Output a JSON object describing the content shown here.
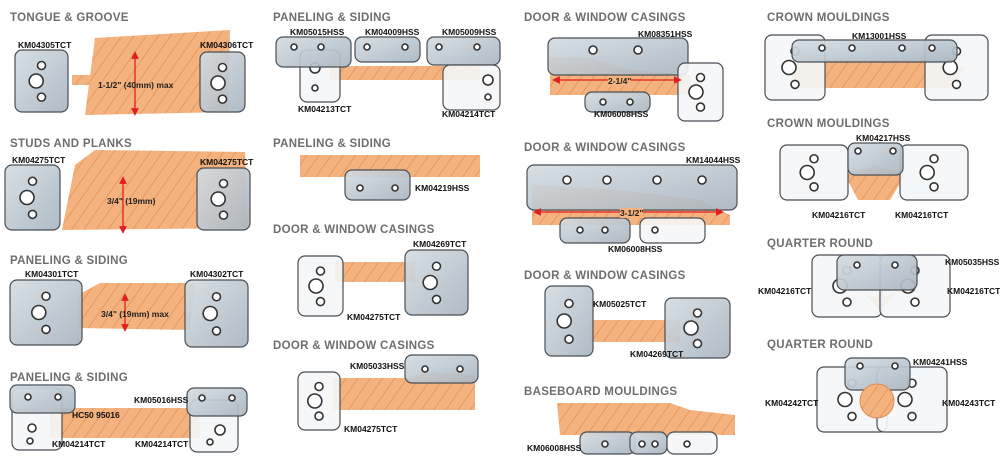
{
  "sections": [
    {
      "title": "TONGUE & GROOVE",
      "labels": [
        "KM04305TCT",
        "KM04306TCT"
      ],
      "dimension": "1-1/2\" (40mm) max"
    },
    {
      "title": "STUDS AND PLANKS",
      "labels": [
        "KM04275TCT",
        "KM04275TCT"
      ],
      "dimension": "3/4\" (19mm)"
    },
    {
      "title": "PANELING & SIDING",
      "labels": [
        "KM04301TCT",
        "KM04302TCT"
      ],
      "dimension": "3/4\" (19mm) max"
    },
    {
      "title": "PANELING & SIDING",
      "labels": [
        "KM05016HSS",
        "HC50 95016",
        "KM04214TCT",
        "KM04214TCT"
      ]
    },
    {
      "title": "PANELING & SIDING",
      "labels": [
        "KM05015HSS",
        "KM04009HSS",
        "KM05009HSS",
        "KM04213TCT",
        "KM04214TCT"
      ]
    },
    {
      "title": "PANELING & SIDING",
      "labels": [
        "KM04219HSS"
      ]
    },
    {
      "title": "DOOR & WINDOW CASINGS",
      "labels": [
        "KM04269TCT",
        "KM04275TCT"
      ]
    },
    {
      "title": "DOOR & WINDOW CASINGS",
      "labels": [
        "KM05033HSS",
        "KM04275TCT"
      ]
    },
    {
      "title": "DOOR & WINDOW CASINGS",
      "labels": [
        "KM08351HSS",
        "KM06008HSS"
      ],
      "dimension": "2-1/4\""
    },
    {
      "title": "DOOR & WINDOW CASINGS",
      "labels": [
        "KM14044HSS",
        "KM06008HSS"
      ],
      "dimension": "3-1/2\""
    },
    {
      "title": "DOOR & WINDOW CASINGS",
      "labels": [
        "KM05025TCT",
        "KM04269TCT"
      ]
    },
    {
      "title": "BASEBOARD MOULDINGS",
      "labels": [
        "KM06008HSS"
      ]
    },
    {
      "title": "CROWN MOULDINGS",
      "labels": [
        "KM13001HSS"
      ]
    },
    {
      "title": "CROWN MOULDINGS",
      "labels": [
        "KM04217HSS",
        "KM04216TCT",
        "KM04216TCT"
      ]
    },
    {
      "title": "QUARTER ROUND",
      "labels": [
        "KM05035HSS",
        "KM04216TCT",
        "KM04216TCT"
      ]
    },
    {
      "title": "QUARTER ROUND",
      "labels": [
        "KM04241HSS",
        "KM04242TCT",
        "KM04243TCT"
      ]
    }
  ],
  "colors": {
    "wood": "#f4b27e",
    "grain": "#dd8a52",
    "steel": "#bcc7d0",
    "outline": "#4a4f55",
    "arrow": "#e02020",
    "title": "#6e6e6e"
  }
}
